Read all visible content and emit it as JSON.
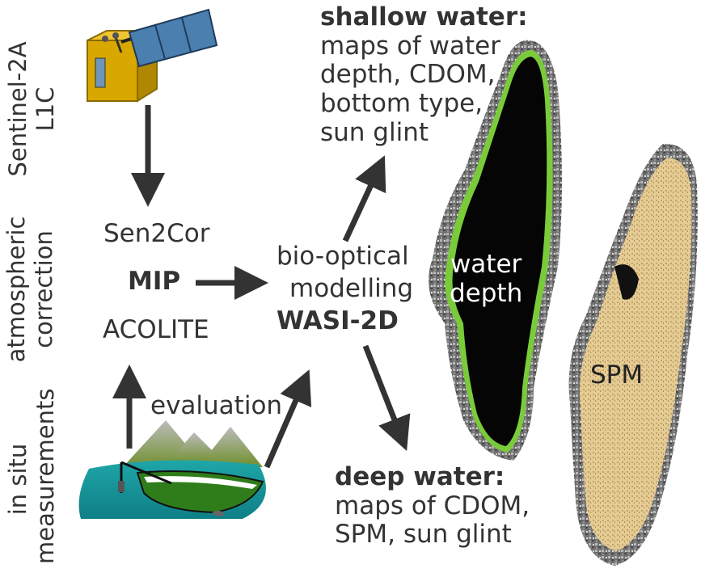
{
  "side_labels": {
    "sentinel": [
      "Sentinel-2A",
      "L1C"
    ],
    "atmos": [
      "atmospheric",
      "correction"
    ],
    "insitu": [
      "in situ",
      "measurements"
    ]
  },
  "processors": {
    "sen2cor": "Sen2Cor",
    "mip": "MIP",
    "acolite": "ACOLITE"
  },
  "center": {
    "line1": "bio-optical",
    "line2": "modelling",
    "line3": "WASI-2D"
  },
  "evaluation": "evaluation",
  "shallow": {
    "heading": "shallow water:",
    "lines": [
      "maps of water",
      "depth, CDOM,",
      "bottom type,",
      "sun glint"
    ]
  },
  "deep": {
    "heading": "deep water:",
    "lines": [
      "maps of CDOM,",
      "SPM, sun glint"
    ]
  },
  "maps": {
    "depth_label": [
      "water",
      "depth"
    ],
    "spm_label": "SPM"
  },
  "colors": {
    "text": "#333333",
    "arrow": "#333333",
    "solar_panel": "#4a7fb0",
    "satellite_body": "#d9a800",
    "lake_dark": "#050505",
    "spm_fill": "#e6cf95"
  }
}
